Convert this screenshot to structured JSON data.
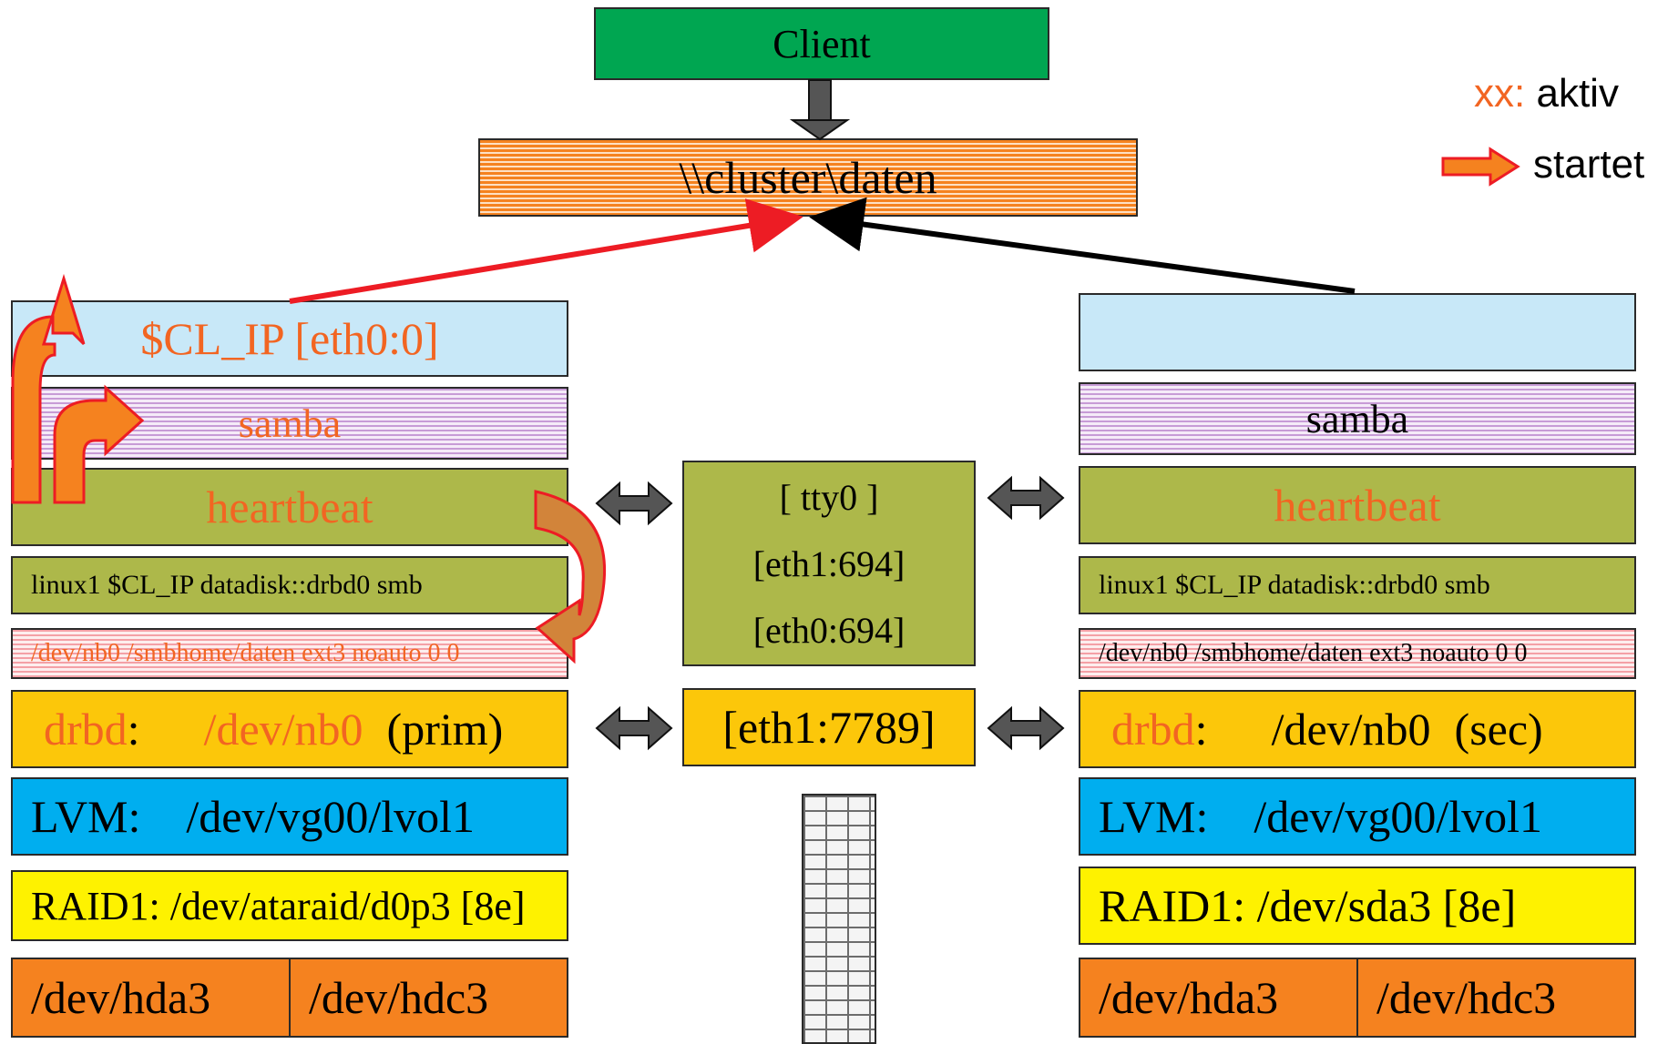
{
  "client": {
    "label": "Client"
  },
  "share": {
    "label": "\\\\cluster\\daten"
  },
  "legend": {
    "active_marker": "xx:",
    "active_label": "aktiv",
    "started_label": "startet",
    "colors": {
      "active": "#f26522",
      "arrow": "#f5821f"
    }
  },
  "left_node": {
    "ip": "$CL_IP  [eth0:0]",
    "samba": "samba",
    "heartbeat": "heartbeat",
    "haresources": "linux1  $CL_IP  datadisk::drbd0  smb",
    "fstab": "/dev/nb0 /smbhome/daten ext3 noauto 0 0",
    "drbd_label": "drbd",
    "drbd_colon": ":",
    "drbd_device": "/dev/nb0",
    "drbd_role": "(prim)",
    "lvm": "LVM:    /dev/vg00/lvol1",
    "raid": "RAID1: /dev/ataraid/d0p3 [8e]",
    "disk_a": "/dev/hda3",
    "disk_b": "/dev/hdc3"
  },
  "right_node": {
    "ip": "",
    "samba": "samba",
    "heartbeat": "heartbeat",
    "haresources": "linux1  $CL_IP  datadisk::drbd0  smb",
    "fstab": "/dev/nb0 /smbhome/daten ext3 noauto 0 0",
    "drbd_label": "drbd",
    "drbd_colon": ":",
    "drbd_device": "/dev/nb0",
    "drbd_role": "(sec)",
    "lvm": "LVM:    /dev/vg00/lvol1",
    "raid": "RAID1: /dev/sda3 [8e]",
    "disk_a": "/dev/hda3",
    "disk_b": "/dev/hdc3"
  },
  "links": {
    "heartbeat_channels": [
      "[ tty0 ]",
      "[eth1:694]",
      "[eth0:694]"
    ],
    "drbd_channel": "[eth1:7789]"
  }
}
